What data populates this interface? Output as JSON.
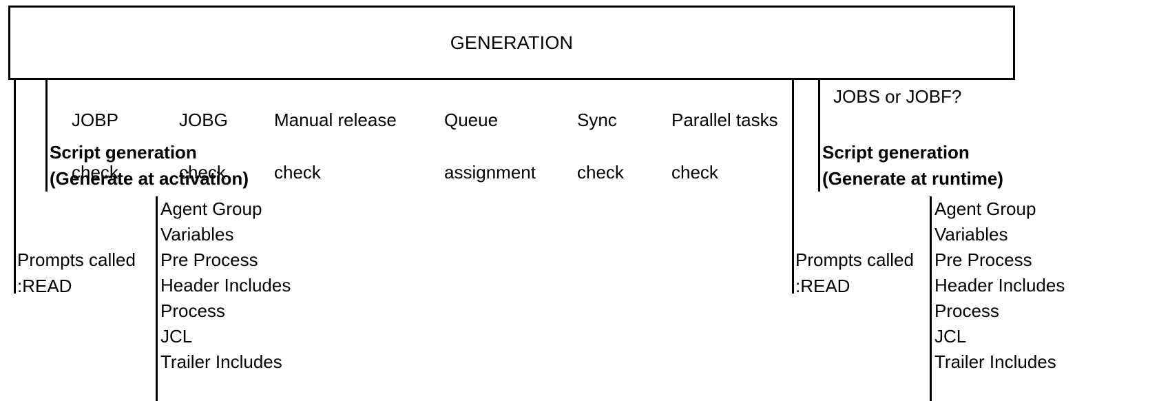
{
  "diagram": {
    "header": {
      "title": "GENERATION"
    },
    "checks": [
      {
        "name": "jobp-check",
        "line1": "JOBP",
        "line2": "check"
      },
      {
        "name": "jobg-check",
        "line1": "JOBG",
        "line2": "check"
      },
      {
        "name": "manual-release-check",
        "line1": "Manual release",
        "line2": "check"
      },
      {
        "name": "queue-assignment",
        "line1": "Queue",
        "line2": "assignment"
      },
      {
        "name": "sync-check",
        "line1": "Sync",
        "line2": "check"
      },
      {
        "name": "parallel-tasks-check",
        "line1": "Parallel tasks",
        "line2": "check"
      }
    ],
    "left_branch": {
      "prompts_label": "Prompts called\n:READ",
      "script_generation_title": "Script generation\n(Generate at activation)",
      "stages": [
        "Agent Group",
        "Variables",
        "Pre Process",
        "Header Includes",
        "Process",
        "JCL",
        "Trailer Includes"
      ]
    },
    "right_branch": {
      "question": "JOBS or JOBF?",
      "prompts_label": "Prompts called\n:READ",
      "script_generation_title": "Script generation\n(Generate at runtime)",
      "stages": [
        "Agent Group",
        "Variables",
        "Pre Process",
        "Header Includes",
        "Process",
        "JCL",
        "Trailer Includes"
      ]
    },
    "colors": {
      "stroke": "#000000",
      "background": "#ffffff",
      "text": "#000000"
    }
  }
}
